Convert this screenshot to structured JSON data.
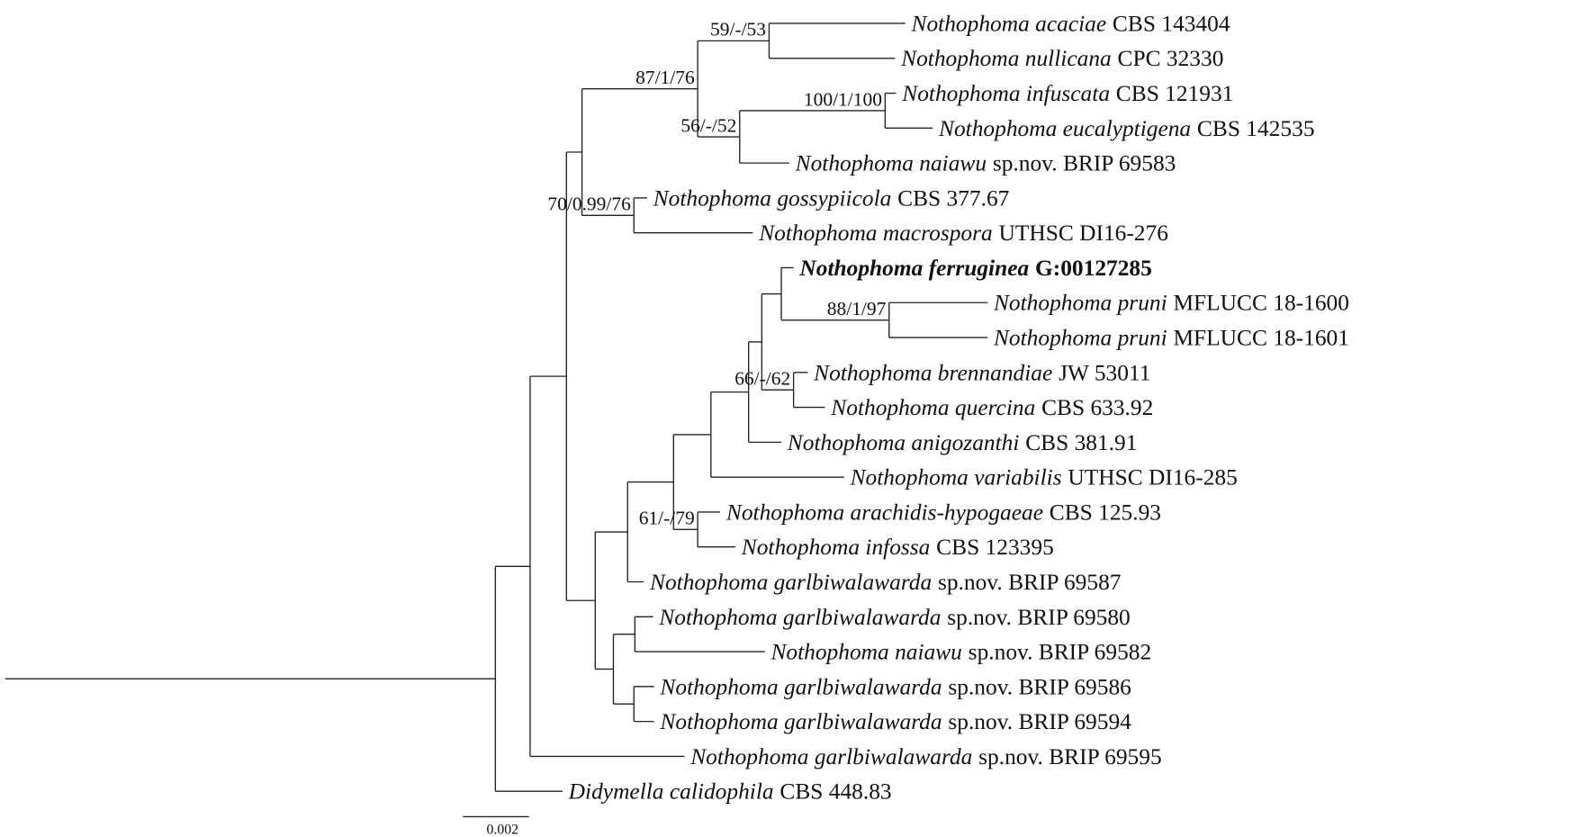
{
  "title": "Phylogenetic tree of Nothophoma",
  "scale_bar": {
    "label": "0.002",
    "value": 0.002
  },
  "tree": {
    "depth": 0.01483,
    "children": [
      {
        "depth": 0.01588,
        "children": [
          {
            "depth": 0.01698,
            "children": [
              {
                "depth": 0.01745,
                "children": [
                  {
                    "depth": 0.02095,
                    "support": "87/1/76",
                    "children": [
                      {
                        "depth": 0.02311,
                        "support": "59/-/53",
                        "children": [
                          {
                            "depth": 0.02723,
                            "italic": "Nothophoma acaciae",
                            "rest": "CBS 143404"
                          },
                          {
                            "depth": 0.02692,
                            "italic": "Nothophoma nullicana",
                            "rest": "CPC 32330"
                          }
                        ]
                      },
                      {
                        "depth": 0.02222,
                        "support": "56/-/52",
                        "children": [
                          {
                            "depth": 0.02662,
                            "support": "100/1/100",
                            "children": [
                              {
                                "depth": 0.02695,
                                "italic": "Nothophoma infuscata",
                                "rest": "CBS 121931"
                              },
                              {
                                "depth": 0.02806,
                                "italic": "Nothophoma eucalyptigena",
                                "rest": "CBS 142535"
                              }
                            ]
                          },
                          {
                            "depth": 0.02372,
                            "italic": "Nothophoma naiawu",
                            "rest": "sp.nov. BRIP 69583"
                          }
                        ]
                      }
                    ]
                  },
                  {
                    "depth": 0.01902,
                    "support": "70/0.99/76",
                    "children": [
                      {
                        "depth": 0.01942,
                        "italic": "Nothophoma gossypiicola",
                        "rest": "CBS 377.67"
                      },
                      {
                        "depth": 0.02262,
                        "italic": "Nothophoma macrospora",
                        "rest": "UTHSC DI16-276"
                      }
                    ]
                  }
                ]
              },
              {
                "depth": 0.01785,
                "children": [
                  {
                    "depth": 0.01883,
                    "children": [
                      {
                        "depth": 0.02022,
                        "children": [
                          {
                            "depth": 0.02135,
                            "children": [
                              {
                                "depth": 0.02249,
                                "children": [
                                  {
                                    "depth": 0.02289,
                                    "children": [
                                      {
                                        "depth": 0.02348,
                                        "children": [
                                          {
                                            "depth": 0.02385,
                                            "italic": "Nothophoma ferruginea",
                                            "rest": "G:00127285",
                                            "bold": true
                                          },
                                          {
                                            "depth": 0.02674,
                                            "support": "88/1/97",
                                            "children": [
                                              {
                                                "depth": 0.02972,
                                                "italic": "Nothophoma pruni",
                                                "rest": "MFLUCC 18-1600"
                                              },
                                              {
                                                "depth": 0.02972,
                                                "italic": "Nothophoma pruni",
                                                "rest": "MFLUCC 18-1601"
                                              }
                                            ]
                                          }
                                        ]
                                      },
                                      {
                                        "depth": 0.02385,
                                        "support": "66/-/62",
                                        "children": [
                                          {
                                            "depth": 0.02428,
                                            "italic": "Nothophoma brennandiae",
                                            "rest": "JW 53011"
                                          },
                                          {
                                            "depth": 0.0248,
                                            "italic": "Nothophoma quercina",
                                            "rest": "CBS 633.92"
                                          }
                                        ]
                                      }
                                    ]
                                  },
                                  {
                                    "depth": 0.02348,
                                    "italic": "Nothophoma anigozanthi",
                                    "rest": "CBS 381.91"
                                  }
                                ]
                              },
                              {
                                "depth": 0.02538,
                                "italic": "Nothophoma variabilis",
                                "rest": "UTHSC DI16-285"
                              }
                            ]
                          },
                          {
                            "depth": 0.02095,
                            "support": "61/-/79",
                            "children": [
                              {
                                "depth": 0.02163,
                                "italic": "Nothophoma arachidis-hypogaeae",
                                "rest": "CBS 125.93"
                              },
                              {
                                "depth": 0.02209,
                                "italic": "Nothophoma infossa",
                                "rest": "CBS 123395"
                              }
                            ]
                          }
                        ]
                      },
                      {
                        "depth": 0.01932,
                        "italic": "Nothophoma garlbiwalawarda",
                        "rest": "sp.nov. BRIP 69587"
                      }
                    ]
                  },
                  {
                    "depth": 0.0184,
                    "children": [
                      {
                        "depth": 0.01905,
                        "children": [
                          {
                            "depth": 0.0196,
                            "italic": "Nothophoma garlbiwalawarda",
                            "rest": "sp.nov. BRIP 69580"
                          },
                          {
                            "depth": 0.02298,
                            "italic": "Nothophoma naiawu",
                            "rest": "sp.nov. BRIP 69582"
                          }
                        ]
                      },
                      {
                        "depth": 0.01902,
                        "children": [
                          {
                            "depth": 0.01963,
                            "italic": "Nothophoma garlbiwalawarda",
                            "rest": "sp.nov. BRIP 69586"
                          },
                          {
                            "depth": 0.01963,
                            "italic": "Nothophoma garlbiwalawarda",
                            "rest": "sp.nov. BRIP 69594"
                          }
                        ]
                      }
                    ]
                  }
                ]
              }
            ]
          },
          {
            "depth": 0.02055,
            "italic": "Nothophoma garlbiwalawarda",
            "rest": "sp.nov. BRIP 69595"
          }
        ]
      },
      {
        "depth": 0.01686,
        "italic": "Didymella calidophila",
        "rest": "CBS 448.83"
      }
    ]
  }
}
